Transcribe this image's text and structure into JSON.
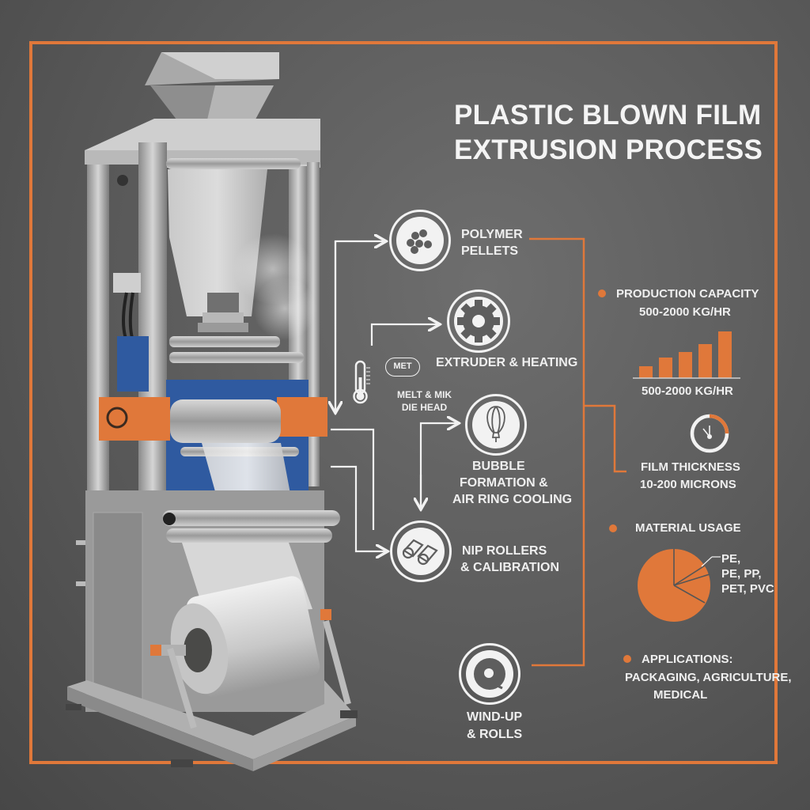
{
  "title": {
    "line1": "PLASTIC BLOWN FILM",
    "line2": "EXTRUSION PROCESS"
  },
  "colors": {
    "accent": "#e0783a",
    "background": "#5d5d5d",
    "text": "#f2f2f2",
    "machine_blue": "#2f5aa0"
  },
  "process_steps": [
    {
      "id": "polymer-pellets",
      "icon": "pellets-icon",
      "line1": "POLYMER",
      "line2": "PELLETS"
    },
    {
      "id": "extruder-heating",
      "icon": "gear-icon",
      "line1": "EXTRUDER & HEATING"
    },
    {
      "id": "melt-die-head",
      "icon": "thermometer-icon",
      "badge": "MET",
      "line1": "MELT & MIK",
      "line2": "DIE HEAD"
    },
    {
      "id": "bubble-formation",
      "icon": "balloon-icon",
      "line1": "BUBBLE",
      "line2": "FORMATION &",
      "line3": "AIR RING COOLING"
    },
    {
      "id": "nip-rollers",
      "icon": "rollers-icon",
      "line1": "NIP ROLLERS",
      "line2": "& CALIBRATION"
    },
    {
      "id": "wind-up",
      "icon": "roll-icon",
      "line1": "WIND-UP",
      "line2": "& ROLLS"
    }
  ],
  "specs": {
    "production_capacity": {
      "label": "PRODUCTION CAPACITY",
      "value": "500-2000 KG/HR",
      "chart_caption": "500-2000 KG/HR"
    },
    "film_thickness": {
      "label": "FILM THICKNESS",
      "value": "10-200 MICRONS"
    },
    "material_usage": {
      "label": "MATERIAL USAGE",
      "legend_line1": "PE,",
      "legend_line2": "PE, PP,",
      "legend_line3": "PET, PVC"
    },
    "applications": {
      "label": "APPLICATIONS:",
      "line1": "PACKAGING, AGRICULTURE,",
      "line2": "MEDICAL"
    }
  },
  "chart_data": [
    {
      "type": "bar",
      "title": "PRODUCTION CAPACITY",
      "xlabel": "500-2000 KG/HR",
      "ylabel": "",
      "categories": [
        "1",
        "2",
        "3",
        "4",
        "5"
      ],
      "values": [
        15,
        26,
        33,
        43,
        59
      ],
      "note": "relative bar heights (unlabeled), increasing trend"
    },
    {
      "type": "pie",
      "title": "MATERIAL USAGE",
      "categories": [
        "PE",
        "PP",
        "PET/PVC",
        "Other"
      ],
      "values": [
        4,
        4,
        18,
        74
      ],
      "legend": [
        "PE,",
        "PE, PP,",
        "PET, PVC"
      ],
      "note": "approximate slice proportions"
    },
    {
      "type": "gauge",
      "title": "FILM THICKNESS",
      "value_range": "10-200 MICRONS",
      "filled_fraction": 0.25
    }
  ]
}
